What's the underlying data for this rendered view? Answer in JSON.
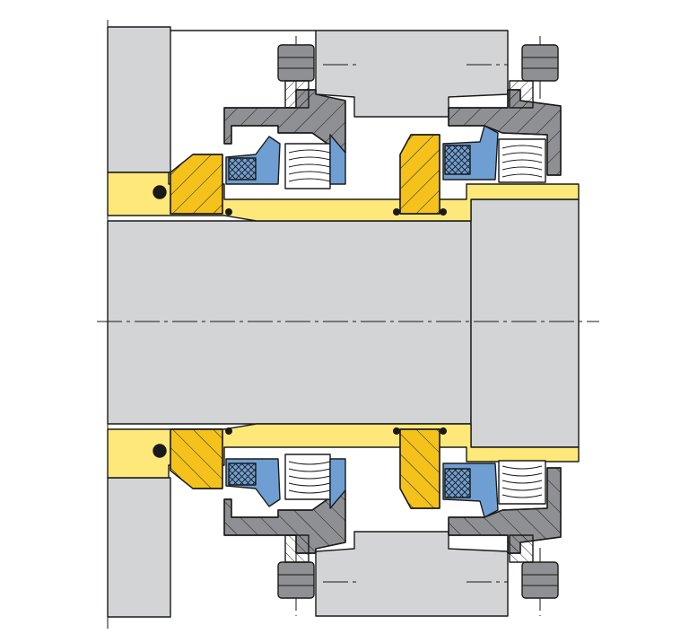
{
  "colors": {
    "housing_gray": "#d3d4d6",
    "cover_gray": "#8e9093",
    "shaft_sleeve_yellow": "#fde879",
    "seal_ring_yellow": "#f4c21b",
    "seal_blue": "#6f9fd2",
    "seal_dark_blue": "#3b5ba8",
    "spring_white": "#ffffff",
    "line": "#1a1a1a"
  },
  "components": [
    "housing-wall",
    "shaft",
    "shaft-sleeve",
    "rotating-seal-face",
    "stationary-seal-face",
    "spring",
    "gland-plate",
    "bolt",
    "o-ring"
  ]
}
